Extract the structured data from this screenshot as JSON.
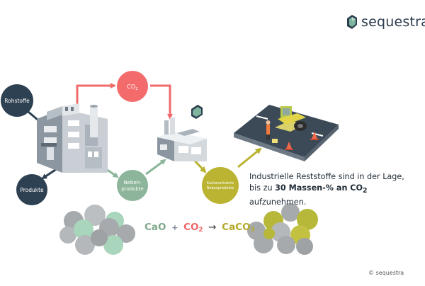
{
  "brand": {
    "name": "sequestra",
    "logo_color_dark": "#2b3e4f",
    "logo_color_accent": "#7fb59e"
  },
  "nodes": {
    "rohstoffe": {
      "label": "Rohstoffe",
      "color": "#2e4152"
    },
    "produkte": {
      "label": "Produkte",
      "color": "#2e4152"
    },
    "co2": {
      "label": "CO",
      "sub": "2",
      "color": "#f36b6b"
    },
    "nebenprodukte": {
      "line1": "Neben-",
      "line2": "produkte",
      "color": "#8db59b"
    },
    "karbonatisierte": {
      "line1": "Karbonatisierte",
      "line2": "Nebenprodukte",
      "color": "#bab432"
    }
  },
  "statement": {
    "line1": "Industrielle Reststoffe sind in der Lage,",
    "line2_pre": "bis zu ",
    "line2_bold": "30 Massen-% an CO",
    "line2_sub": "2",
    "line2_post": " aufzunehmen."
  },
  "equation": {
    "reactant1": "CaO",
    "plus": "+",
    "reactant2": "CO",
    "reactant2_sub": "2",
    "arrow": "→",
    "product": "CaCO",
    "product_sub": "3"
  },
  "copyright": "© sequestra",
  "colors": {
    "arrow_red": "#f06a6a",
    "arrow_green": "#8db59b",
    "arrow_olive": "#b9b331",
    "arrow_dark": "#2e4152"
  }
}
